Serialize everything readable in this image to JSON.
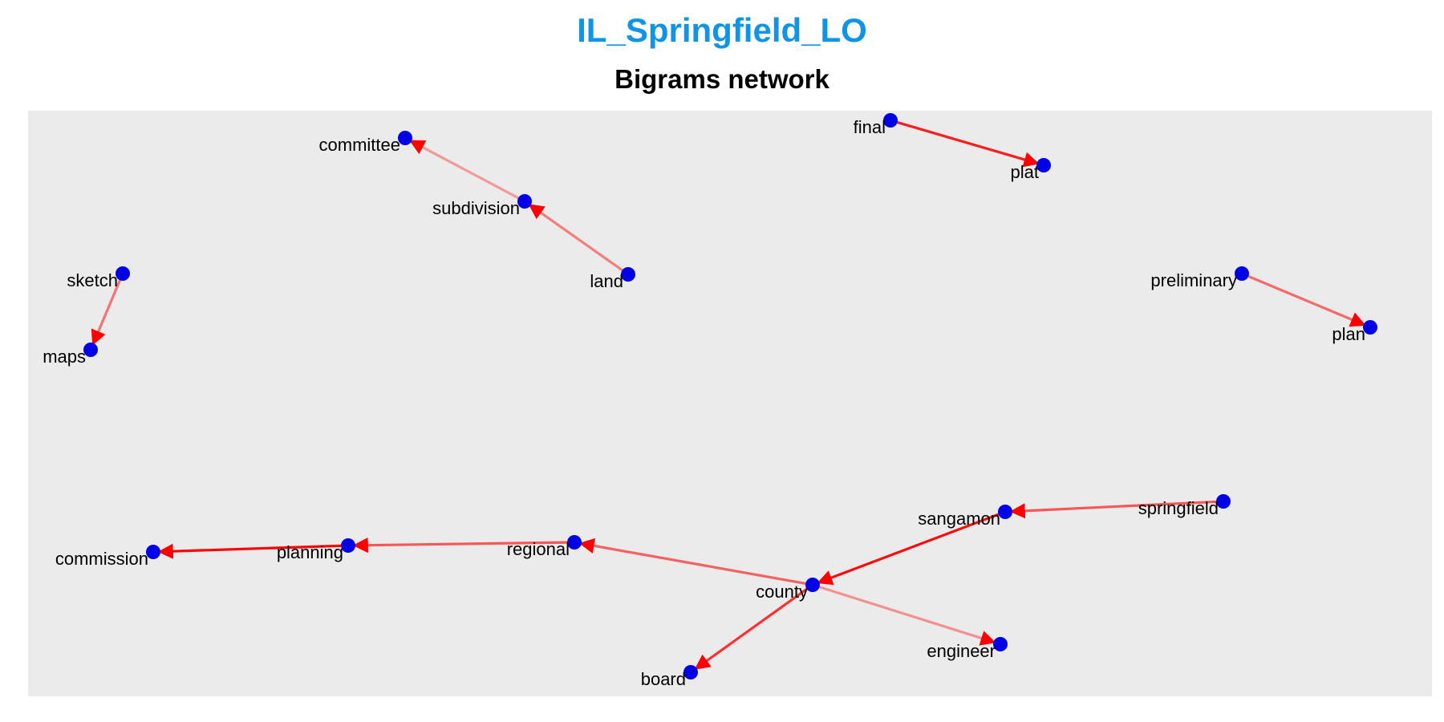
{
  "title": "IL_Springfield_LO",
  "subtitle": "Bigrams network",
  "colors": {
    "title": "#0f94e6",
    "panel_background": "#ebebeb",
    "node": "#0000e6",
    "edge": "#ff0000"
  },
  "nodes": [
    {
      "id": "committee",
      "label": "committee"
    },
    {
      "id": "subdivision",
      "label": "subdivision"
    },
    {
      "id": "land",
      "label": "land"
    },
    {
      "id": "final",
      "label": "final"
    },
    {
      "id": "plat",
      "label": "plat"
    },
    {
      "id": "sketch",
      "label": "sketch"
    },
    {
      "id": "maps",
      "label": "maps"
    },
    {
      "id": "preliminary",
      "label": "preliminary"
    },
    {
      "id": "plan",
      "label": "plan"
    },
    {
      "id": "commission",
      "label": "commission"
    },
    {
      "id": "planning",
      "label": "planning"
    },
    {
      "id": "regional",
      "label": "regional"
    },
    {
      "id": "county",
      "label": "county"
    },
    {
      "id": "sangamon",
      "label": "sangamon"
    },
    {
      "id": "springfield",
      "label": "springfield"
    },
    {
      "id": "engineer",
      "label": "engineer"
    },
    {
      "id": "board",
      "label": "board"
    }
  ],
  "edges": [
    {
      "from": "subdivision",
      "to": "committee",
      "strength": 0.2
    },
    {
      "from": "land",
      "to": "subdivision",
      "strength": 0.35
    },
    {
      "from": "final",
      "to": "plat",
      "strength": 0.85
    },
    {
      "from": "sketch",
      "to": "maps",
      "strength": 0.4
    },
    {
      "from": "preliminary",
      "to": "plan",
      "strength": 0.45
    },
    {
      "from": "planning",
      "to": "commission",
      "strength": 1.0
    },
    {
      "from": "regional",
      "to": "planning",
      "strength": 0.55
    },
    {
      "from": "county",
      "to": "regional",
      "strength": 0.5
    },
    {
      "from": "sangamon",
      "to": "county",
      "strength": 0.95
    },
    {
      "from": "springfield",
      "to": "sangamon",
      "strength": 0.55
    },
    {
      "from": "county",
      "to": "engineer",
      "strength": 0.25
    },
    {
      "from": "county",
      "to": "board",
      "strength": 0.75
    }
  ]
}
